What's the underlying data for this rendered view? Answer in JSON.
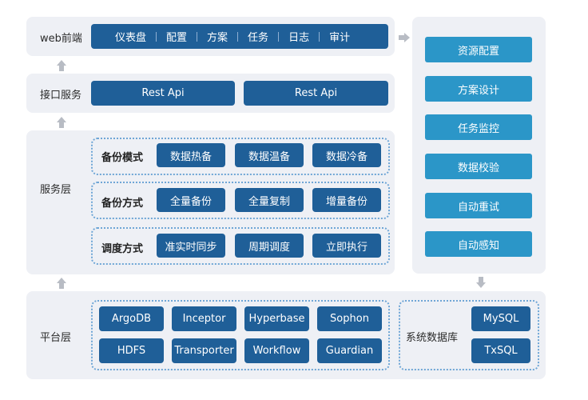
{
  "web_layer": {
    "label": "web前端",
    "nav_items": [
      "仪表盘",
      "配置",
      "方案",
      "任务",
      "日志",
      "审计"
    ]
  },
  "api_layer": {
    "label": "接口服务",
    "items": [
      "Rest Api",
      "Rest Api"
    ]
  },
  "service_layer": {
    "label": "服务层",
    "groups": [
      {
        "title": "备份模式",
        "items": [
          "数据热备",
          "数据温备",
          "数据冷备"
        ]
      },
      {
        "title": "备份方式",
        "items": [
          "全量备份",
          "全量复制",
          "增量备份"
        ]
      },
      {
        "title": "调度方式",
        "items": [
          "准实时同步",
          "周期调度",
          "立即执行"
        ]
      }
    ]
  },
  "side_panel": {
    "items": [
      "资源配置",
      "方案设计",
      "任务监控",
      "数据校验",
      "自动重试",
      "自动感知"
    ]
  },
  "platform_layer": {
    "label": "平台层",
    "items": [
      "ArgoDB",
      "Inceptor",
      "Hyperbase",
      "Sophon",
      "HDFS",
      "Transporter",
      "Workflow",
      "Guardian"
    ]
  },
  "system_db": {
    "label": "系统数据库",
    "items": [
      "MySQL",
      "TxSQL"
    ]
  },
  "colors": {
    "panel_bg": "#eef0f5",
    "dark_blue": "#1f5f98",
    "light_blue": "#2b96c8",
    "dotted_border": "#6fa6d6",
    "arrow_gray": "#b8bcc4"
  }
}
